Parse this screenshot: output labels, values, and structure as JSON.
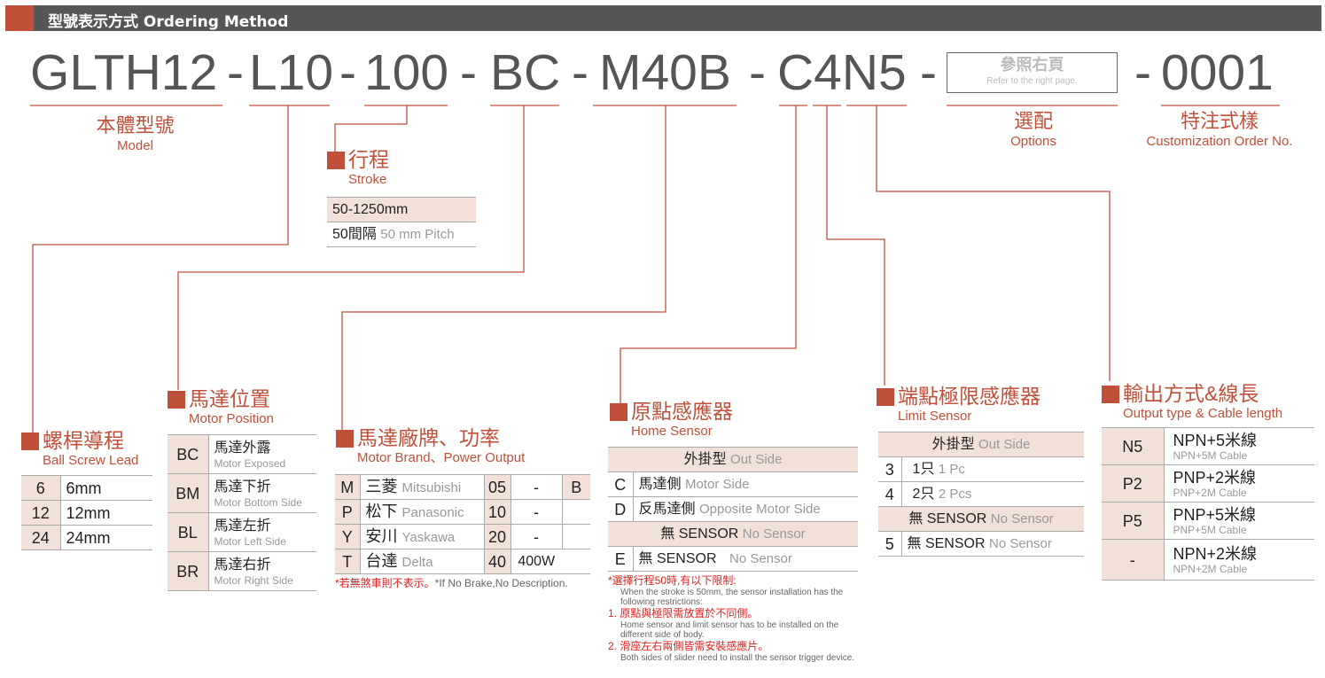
{
  "header": {
    "title_zh": "型號表示方式",
    "title_en": "Ordering Method"
  },
  "code": {
    "model": "GLTH12",
    "lead": "L10",
    "stroke": "100",
    "position": "BC",
    "motor": "M40B",
    "sensor": "C4N5",
    "options_zh": "參照右頁",
    "options_en": "Refer to the right page.",
    "custom": "0001",
    "dash": "-"
  },
  "labels": {
    "model": {
      "zh": "本體型號",
      "en": "Model"
    },
    "options": {
      "zh": "選配",
      "en": "Options"
    },
    "custom": {
      "zh": "特注式樣",
      "en": "Customization Order No."
    }
  },
  "stroke": {
    "zh": "行程",
    "en": "Stroke",
    "rows": [
      {
        "v": "50-1250mm"
      },
      {
        "v": "50間隔",
        "en": "50 mm Pitch"
      }
    ]
  },
  "lead": {
    "zh": "螺桿導程",
    "en": "Ball Screw Lead",
    "rows": [
      {
        "k": "6",
        "v": "6mm"
      },
      {
        "k": "12",
        "v": "12mm"
      },
      {
        "k": "24",
        "v": "24mm"
      }
    ]
  },
  "position": {
    "zh": "馬達位置",
    "en": "Motor Position",
    "rows": [
      {
        "k": "BC",
        "zh": "馬達外露",
        "en": "Motor Exposed"
      },
      {
        "k": "BM",
        "zh": "馬達下折",
        "en": "Motor Bottom Side"
      },
      {
        "k": "BL",
        "zh": "馬達左折",
        "en": "Motor Left Side"
      },
      {
        "k": "BR",
        "zh": "馬達右折",
        "en": "Motor Right Side"
      }
    ]
  },
  "motor": {
    "zh": "馬達廠牌、功率",
    "en": "Motor Brand、Power Output",
    "rows": [
      {
        "k": "M",
        "zh": "三菱",
        "en": "Mitsubishi",
        "p": "05",
        "w": "-",
        "b": "B"
      },
      {
        "k": "P",
        "zh": "松下",
        "en": "Panasonic",
        "p": "10",
        "w": "-"
      },
      {
        "k": "Y",
        "zh": "安川",
        "en": "Yaskawa",
        "p": "20",
        "w": "-"
      },
      {
        "k": "T",
        "zh": "台達",
        "en": "Delta",
        "p": "40",
        "w": "400W"
      }
    ],
    "note_zh": "*若無煞車則不表示。",
    "note_en": "*If No Brake,No Description."
  },
  "home": {
    "zh": "原點感應器",
    "en": "Home Sensor",
    "group1_zh": "外掛型",
    "group1_en": "Out Side",
    "rows": [
      {
        "k": "C",
        "zh": "馬達側",
        "en": "Motor Side"
      },
      {
        "k": "D",
        "zh": "反馬達側",
        "en": "Opposite Motor Side"
      }
    ],
    "group2_zh": "無 SENSOR",
    "group2_en": "No Sensor",
    "row_e": {
      "k": "E",
      "zh": "無 SENSOR",
      "en": "No Sensor"
    },
    "notes": [
      {
        "zh": "*選擇行程50時,有以下限制:",
        "en": "When the stroke is 50mm, the sensor installation has the following restrictions:"
      },
      {
        "zh": "1. 原點與極限需放置於不同側。",
        "en": "Home sensor and limit sensor has to be installed on the different side of body."
      },
      {
        "zh": "2. 滑座左右兩側皆需安裝感應片。",
        "en": "Both sides of slider need to install the sensor trigger device."
      }
    ]
  },
  "limit": {
    "zh": "端點極限感應器",
    "en": "Limit Sensor",
    "group1_zh": "外掛型",
    "group1_en": "Out Side",
    "rows": [
      {
        "k": "3",
        "zh": "1只",
        "en": "1 Pc"
      },
      {
        "k": "4",
        "zh": "2只",
        "en": "2 Pcs"
      }
    ],
    "group2_zh": "無 SENSOR",
    "group2_en": "No Sensor",
    "row5": {
      "k": "5",
      "zh": "無 SENSOR",
      "en": "No Sensor"
    }
  },
  "output": {
    "zh": "輸出方式&線長",
    "en": "Output type & Cable length",
    "rows": [
      {
        "k": "N5",
        "zh": "NPN+5米線",
        "en": "NPN+5M Cable"
      },
      {
        "k": "P2",
        "zh": "PNP+2米線",
        "en": "PNP+2M Cable"
      },
      {
        "k": "P5",
        "zh": "PNP+5米線",
        "en": "PNP+5M Cable"
      },
      {
        "k": "-",
        "zh": "NPN+2米線",
        "en": "NPN+2M Cable"
      }
    ]
  },
  "colors": {
    "accent": "#c0503a",
    "header": "#585654",
    "cell": "#f2e1d9"
  }
}
